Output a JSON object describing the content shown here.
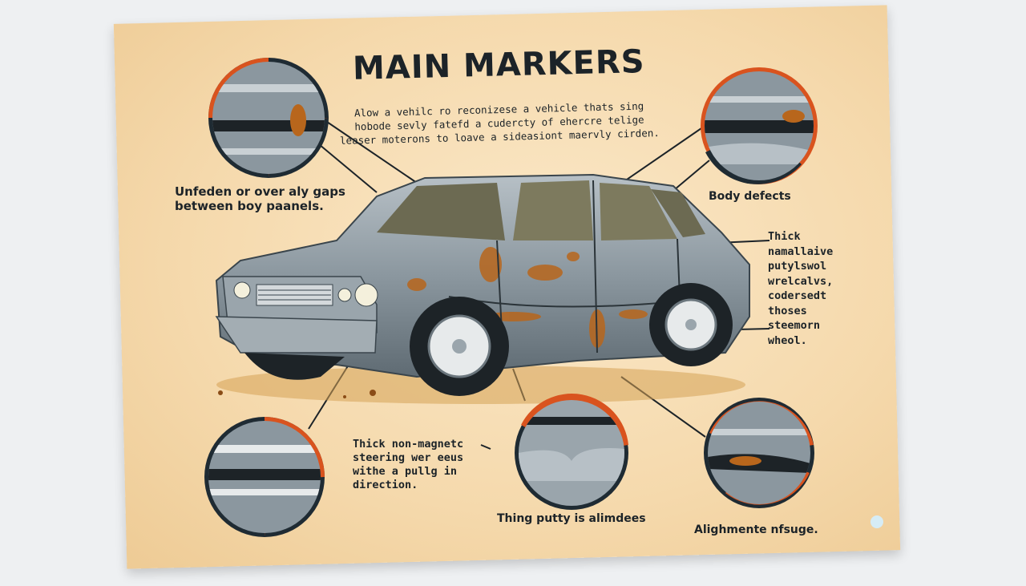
{
  "poster": {
    "title": "MAIN MARKERS",
    "subtitle": "Alow a vehilc ro reconizese a vehicle thats sing hobode sevly fatefd a cudercty of ehercre telige leaser moterons to loave a sideasiont maervly cirden."
  },
  "labels": {
    "panel_gaps": "Unfeden or over aly gaps\nbetween boy paanels.",
    "body_defects": "Body defects",
    "thick_putty": "Thick\nnamallaive\nputylswol\nwrelcalvs,\ncodersedt\nthoses\nsteemorn\nwheol.",
    "steering": "Thick non-magnetc\nsteering wer eeus\nwithe a pullg in\ndirection.",
    "thin_putty": "Thing putty is alimdees",
    "alignment": "Alighmente nfsuge."
  },
  "colors": {
    "poster": "#f5d9ac",
    "ring_orange": "#d9531e",
    "ring_dark": "#1f2b33",
    "car_body": "#8b979f",
    "rust": "#b8661c",
    "text": "#1c2328"
  },
  "icons": {
    "insets": [
      "panel-gap-inset-icon",
      "body-defect-inset-icon",
      "side-panel-inset-icon",
      "dent-inset-icon",
      "alignment-inset-icon"
    ],
    "main": "damaged-sedan-illustration"
  }
}
